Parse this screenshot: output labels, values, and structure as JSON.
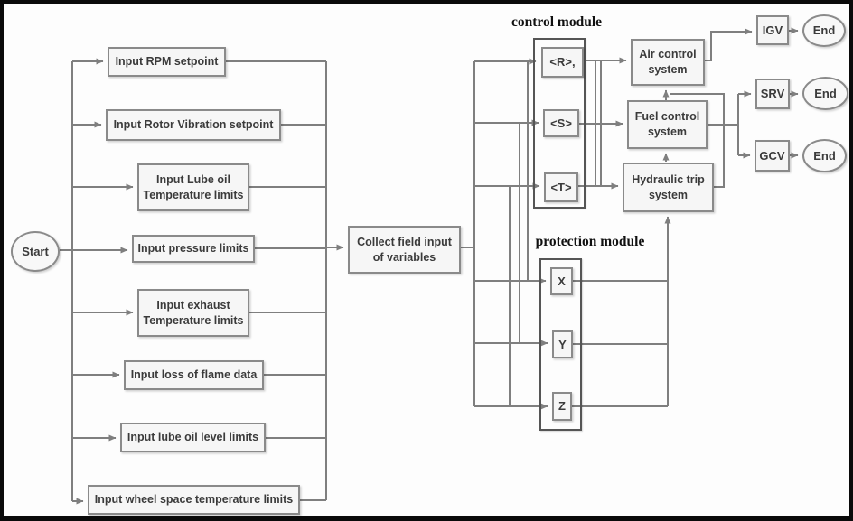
{
  "colors": {
    "line": "#7f7f7f",
    "box_border": "#8a8a8a",
    "box_fill": "#f6f6f6",
    "text": "#3b3b3b",
    "frame": "#0a0a0a"
  },
  "flowchart": {
    "start_label": "Start",
    "inputs": {
      "rpm": "Input RPM setpoint",
      "rotor_vibration": "Input Rotor Vibration setpoint",
      "lube_oil_temp": "Input Lube oil\nTemperature limits",
      "pressure": "Input pressure limits",
      "exhaust_temp": "Input exhaust\nTemperature limits",
      "loss_of_flame": "Input loss of flame data",
      "lube_oil_level": "Input lube oil level limits",
      "wheel_space_temp": "Input wheel space temperature limits"
    },
    "collect": "Collect field input\nof variables",
    "modules": {
      "control_label": "control module",
      "protection_label": "protection module",
      "control_items": {
        "r": "<R>,",
        "s": "<S>",
        "t": "<T>"
      },
      "protection_items": {
        "x": "X",
        "y": "Y",
        "z": "Z"
      }
    },
    "systems": {
      "air": "Air control\nsystem",
      "fuel": "Fuel control\nsystem",
      "hydraulic": "Hydraulic trip\nsystem"
    },
    "outputs": {
      "igv": "IGV",
      "srv": "SRV",
      "gcv": "GCV"
    },
    "ends": {
      "end1": "End",
      "end2": "End",
      "end3": "End"
    }
  }
}
